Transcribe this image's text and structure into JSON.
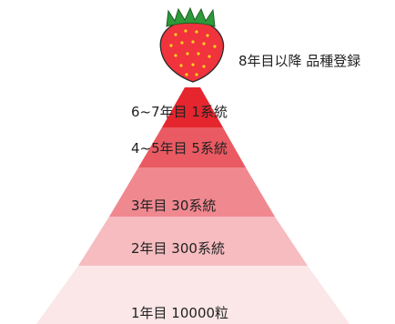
{
  "top_label": "8年目以降 品種登録",
  "tiers": [
    {
      "label": "6~7年目 1系統",
      "color": "#e5262e"
    },
    {
      "label": "4~5年目 5系統",
      "color": "#ea5a62"
    },
    {
      "label": "3年目 30系統",
      "color": "#f08890"
    },
    {
      "label": "2年目 300系統",
      "color": "#f6bcc0"
    },
    {
      "label": "1年目 10000粒",
      "color": "#fbe7e8"
    }
  ],
  "strawberry": {
    "body_color": "#f0333c",
    "seed_color": "#f7d21c",
    "leaf_color": "#2e9a3a"
  }
}
